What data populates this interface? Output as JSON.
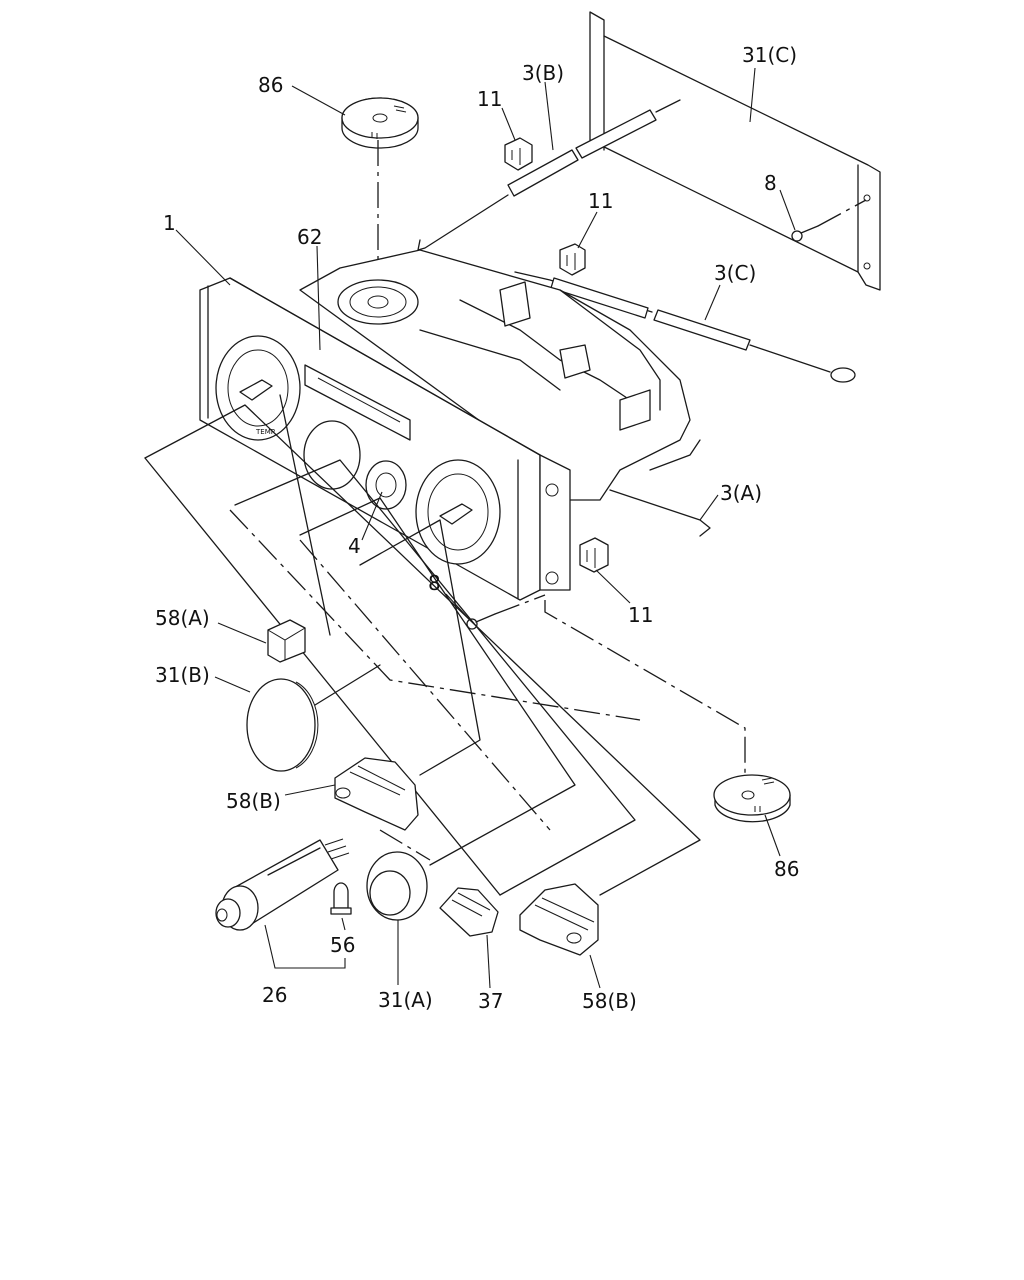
{
  "labels": {
    "p86_top": "86",
    "p11_top": "11",
    "p3b": "3(B)",
    "p31c": "31(C)",
    "p8_top": "8",
    "p11_mid": "11",
    "p3c": "3(C)",
    "p1": "1",
    "p62": "62",
    "p3a": "3(A)",
    "p4": "4",
    "p8_bot": "8",
    "p11_bot": "11",
    "p58a": "58(A)",
    "p31b": "31(B)",
    "p58b_left": "58(B)",
    "p86_bot": "86",
    "p56": "56",
    "p26": "26",
    "p31a": "31(A)",
    "p37": "37",
    "p58b_bot": "58(B)"
  },
  "panel_text": {
    "temp": "TEMP"
  }
}
